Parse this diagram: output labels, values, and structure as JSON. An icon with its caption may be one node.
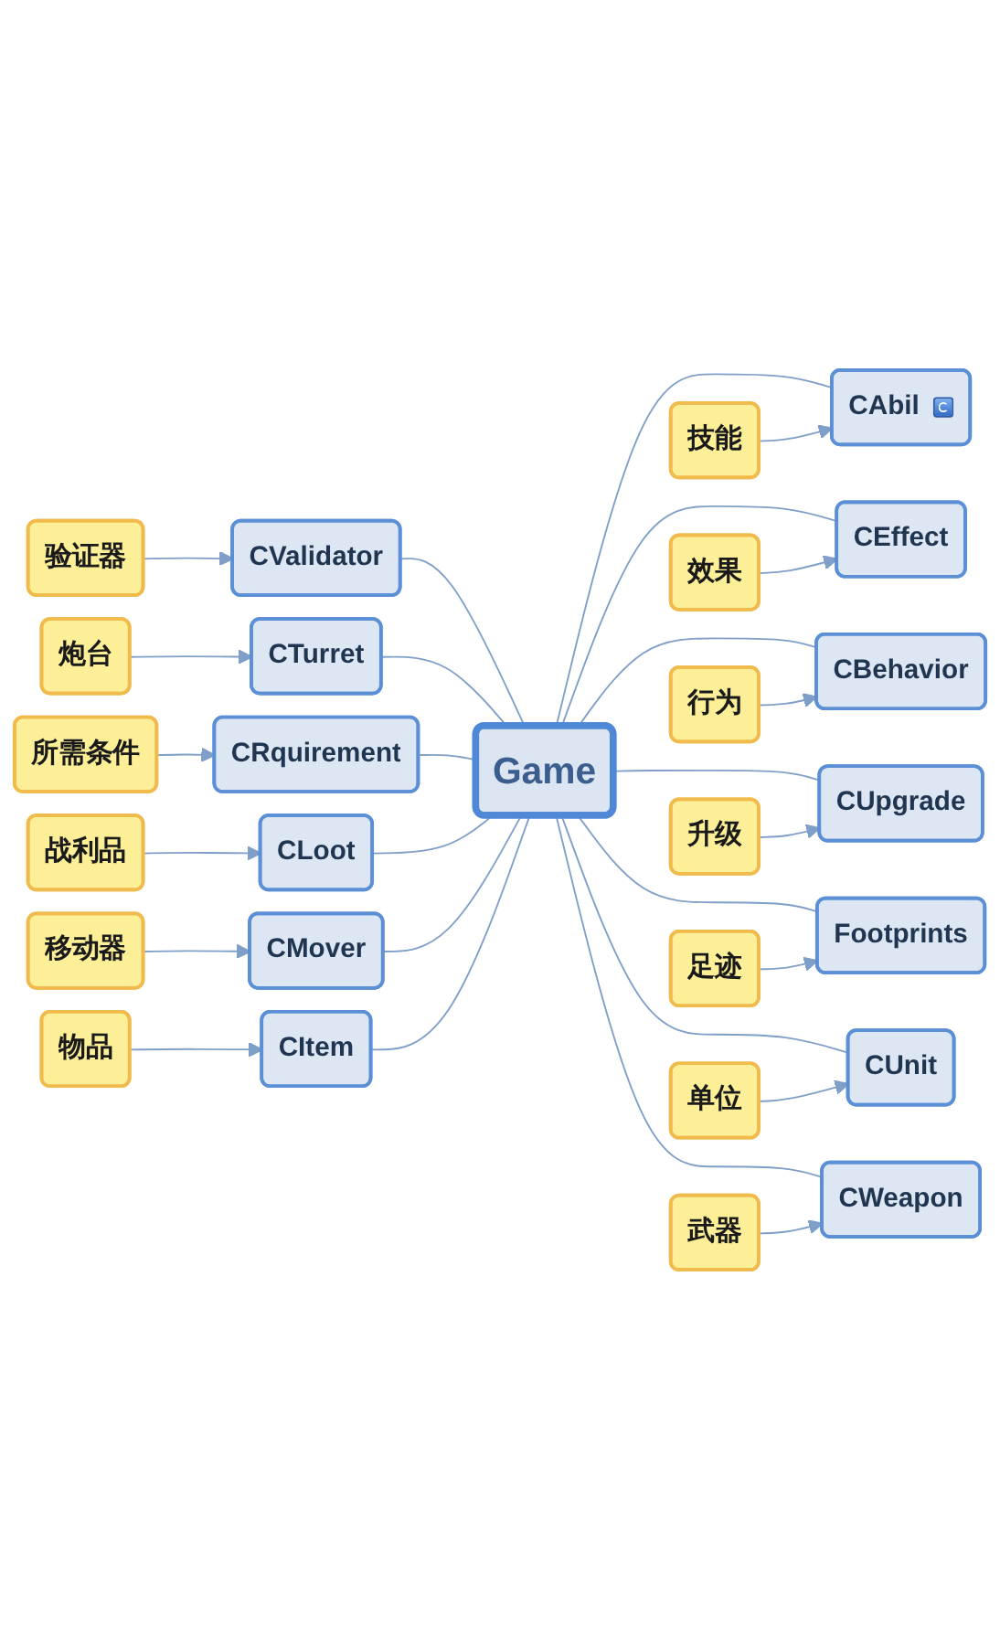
{
  "diagram": {
    "nodes": [
      {
        "text": [
          "Game"
        ]
      },
      {
        "text": [
          "技能"
        ]
      },
      {
        "text": [
          "CAbil"
        ]
      },
      {
        "text": [
          "效果"
        ]
      },
      {
        "text": [
          "CEffect"
        ]
      },
      {
        "text": [
          "行为"
        ]
      },
      {
        "text": [
          "CBehavior"
        ]
      },
      {
        "text": [
          "升级"
        ]
      },
      {
        "text": [
          "CUpgrade"
        ]
      },
      {
        "text": [
          "足迹"
        ]
      },
      {
        "text": [
          "Footprints"
        ]
      },
      {
        "text": [
          "单位"
        ]
      },
      {
        "text": [
          "CUnit"
        ]
      },
      {
        "text": [
          "武器"
        ]
      },
      {
        "text": [
          "CWeapon"
        ]
      },
      {
        "text": [
          "验证器"
        ]
      },
      {
        "text": [
          "CValidator"
        ]
      },
      {
        "text": [
          "炮台"
        ]
      },
      {
        "text": [
          "CTurret"
        ]
      },
      {
        "text": [
          "所需条件"
        ]
      },
      {
        "text": [
          "CRquirement"
        ]
      },
      {
        "text": [
          "战利品"
        ]
      },
      {
        "text": [
          "CLoot"
        ]
      },
      {
        "text": [
          "移动器"
        ]
      },
      {
        "text": [
          "CMover"
        ]
      },
      {
        "text": [
          "物品"
        ]
      },
      {
        "text": [
          "CItem"
        ]
      }
    ],
    "edges": [
      {
        "from": 0,
        "to": 2,
        "arrow": "none"
      },
      {
        "from": 1,
        "to": 2,
        "arrow": "to"
      },
      {
        "from": 0,
        "to": 4,
        "arrow": "none"
      },
      {
        "from": 3,
        "to": 4,
        "arrow": "to"
      },
      {
        "from": 0,
        "to": 6,
        "arrow": "none"
      },
      {
        "from": 5,
        "to": 6,
        "arrow": "to"
      },
      {
        "from": 0,
        "to": 8,
        "arrow": "none"
      },
      {
        "from": 7,
        "to": 8,
        "arrow": "to"
      },
      {
        "from": 0,
        "to": 10,
        "arrow": "none"
      },
      {
        "from": 9,
        "to": 10,
        "arrow": "to"
      },
      {
        "from": 0,
        "to": 12,
        "arrow": "none"
      },
      {
        "from": 11,
        "to": 12,
        "arrow": "to"
      },
      {
        "from": 0,
        "to": 14,
        "arrow": "none"
      },
      {
        "from": 13,
        "to": 14,
        "arrow": "to"
      },
      {
        "from": 0,
        "to": 16,
        "arrow": "none"
      },
      {
        "from": 15,
        "to": 16,
        "arrow": "to"
      },
      {
        "from": 0,
        "to": 18,
        "arrow": "none"
      },
      {
        "from": 17,
        "to": 18,
        "arrow": "to"
      },
      {
        "from": 0,
        "to": 20,
        "arrow": "none"
      },
      {
        "from": 19,
        "to": 20,
        "arrow": "to"
      },
      {
        "from": 0,
        "to": 22,
        "arrow": "none"
      },
      {
        "from": 21,
        "to": 22,
        "arrow": "to"
      },
      {
        "from": 0,
        "to": 24,
        "arrow": "none"
      },
      {
        "from": 23,
        "to": 24,
        "arrow": "to"
      },
      {
        "from": 0,
        "to": 26,
        "arrow": "none"
      },
      {
        "from": 25,
        "to": 26,
        "arrow": "to"
      }
    ]
  }
}
